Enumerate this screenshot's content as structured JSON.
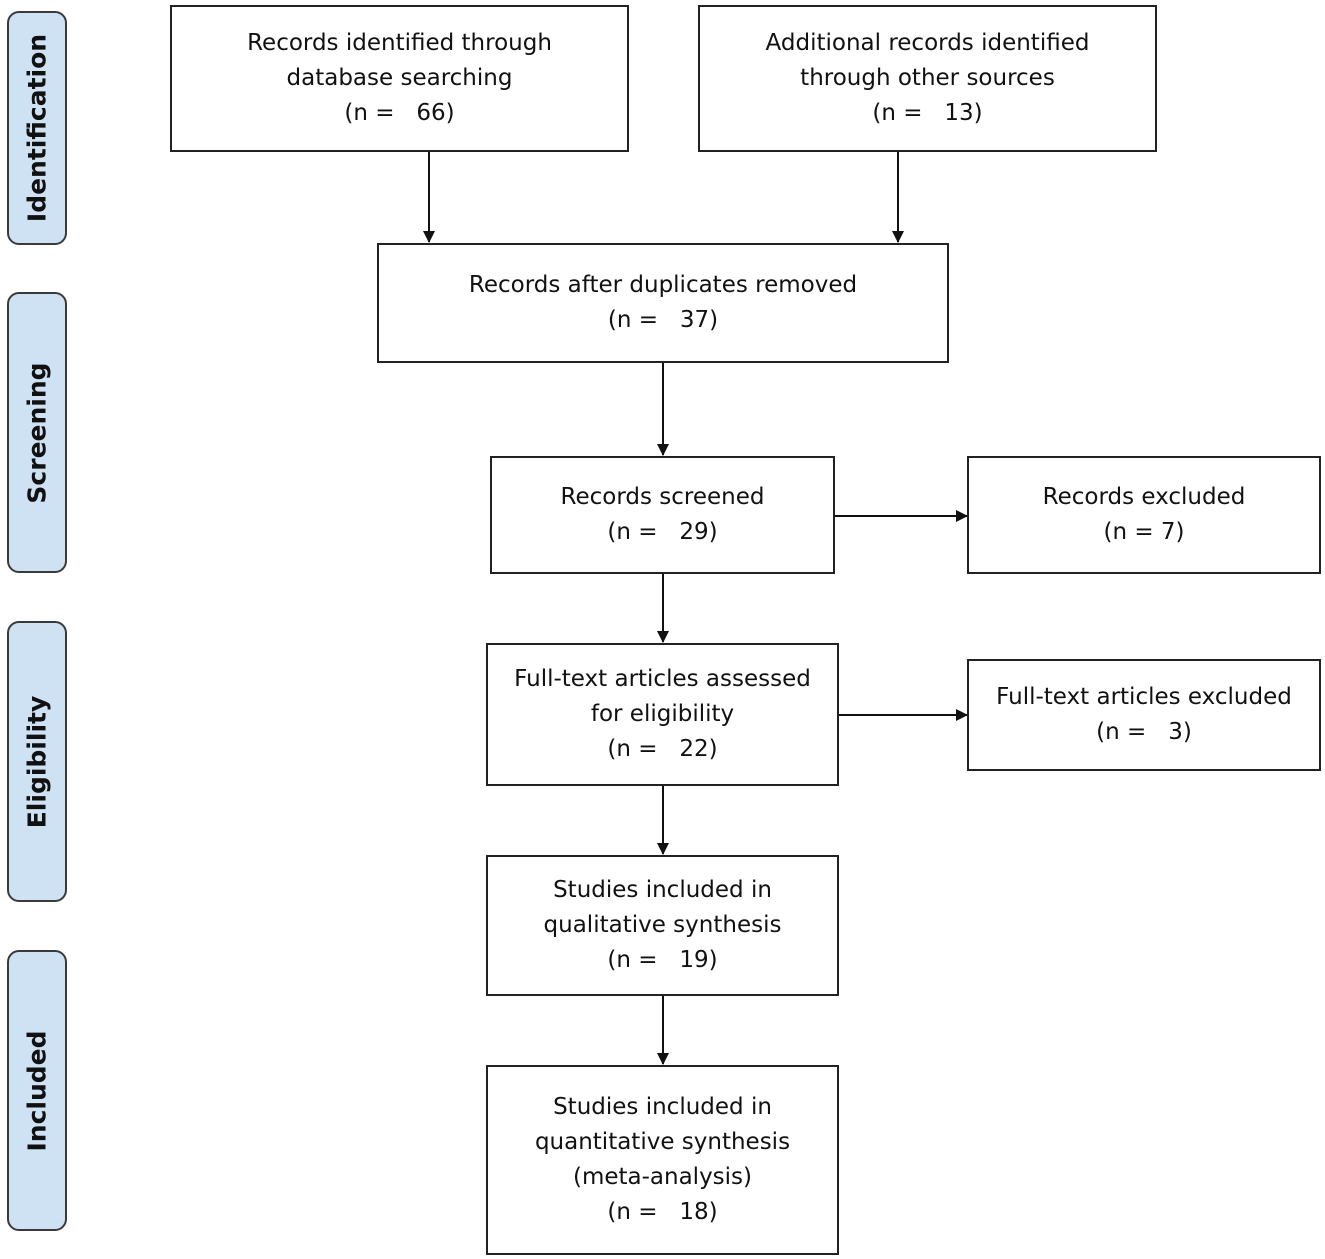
{
  "phases": {
    "identification": "Identification",
    "screening": "Screening",
    "eligibility": "Eligibility",
    "included": "Included"
  },
  "boxes": {
    "database_search": {
      "line1": "Records identified through",
      "line2": "database searching",
      "count": "(n =   66)"
    },
    "other_sources": {
      "line1": "Additional records identified",
      "line2": "through other sources",
      "count": "(n =   13)"
    },
    "duplicates_removed": {
      "line1": "Records after duplicates removed",
      "count": "(n =   37)"
    },
    "screened": {
      "line1": "Records screened",
      "count": "(n =   29)"
    },
    "excluded": {
      "line1": "Records excluded",
      "count": "(n = 7)"
    },
    "full_text_assessed": {
      "line1": "Full-text articles assessed",
      "line2": "for eligibility",
      "count": "(n =   22)"
    },
    "full_text_excluded": {
      "line1": "Full-text articles excluded",
      "count": "(n =   3)"
    },
    "qualitative": {
      "line1": "Studies included in",
      "line2": "qualitative synthesis",
      "count": "(n =   19)"
    },
    "quantitative": {
      "line1": "Studies included in",
      "line2": "quantitative synthesis",
      "line3": "(meta-analysis)",
      "count": "(n =   18)"
    }
  }
}
